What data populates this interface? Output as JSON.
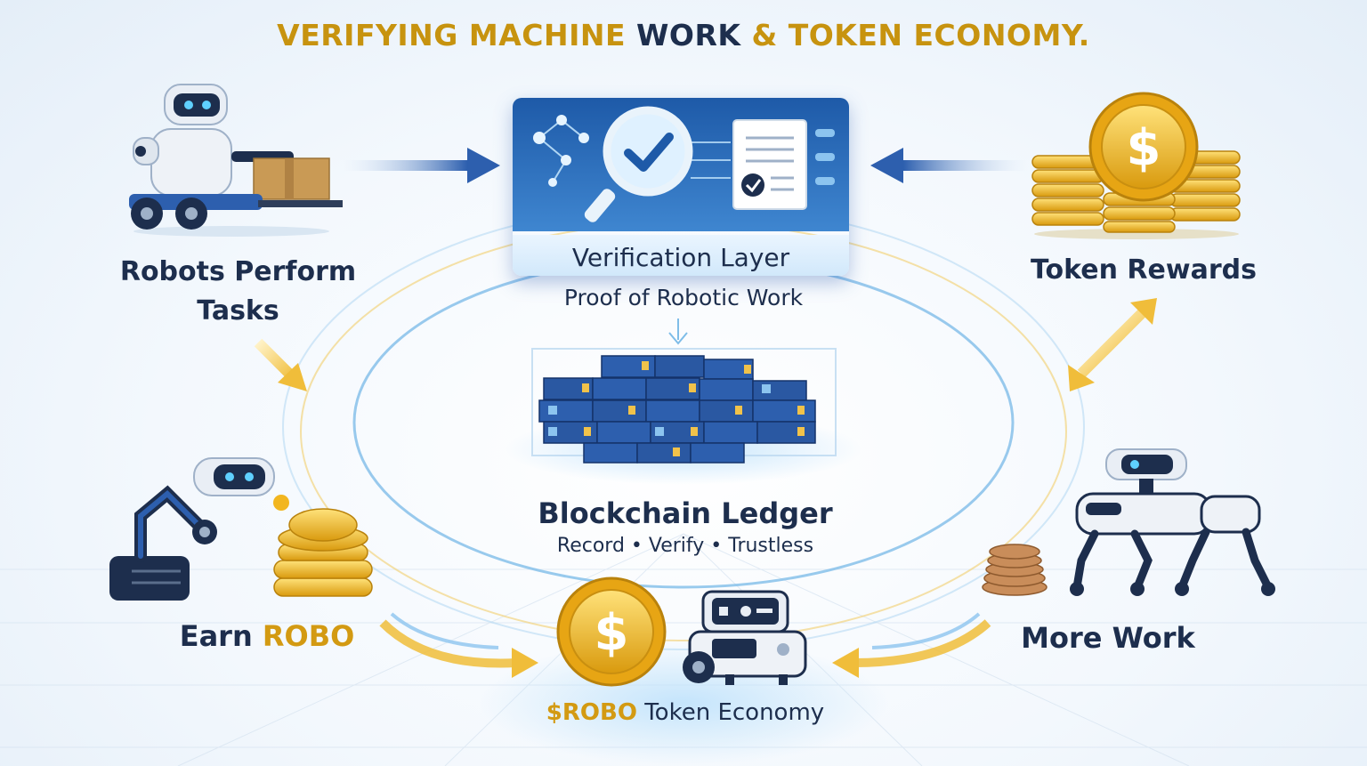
{
  "title": {
    "part1": "VERIFYING MACHINE",
    "part2": "WORK",
    "part3": "& TOKEN ECONOMY."
  },
  "nodes": {
    "robots": {
      "label_line1": "Robots Perform",
      "label_line2": "Tasks",
      "icon": "robot-carrying-box-icon"
    },
    "verification": {
      "label": "Verification Layer",
      "sublabel": "Proof of Robotic Work",
      "icon": "magnifier-checklist-icon"
    },
    "rewards": {
      "label": "Token Rewards",
      "icon": "gold-coin-stack-icon"
    },
    "ledger": {
      "label": "Blockchain Ledger",
      "sublabel": "Record • Verify • Trustless",
      "icon": "blockchain-blocks-icon"
    },
    "earn": {
      "label_prefix": "Earn",
      "label_highlight": "ROBO",
      "icon": "robot-arm-coins-icon"
    },
    "more_work": {
      "label": "More Work",
      "icon": "robot-dog-icon"
    },
    "economy": {
      "label_highlight": "$ROBO",
      "label_rest": "Token Economy",
      "icon": "coin-and-robot-icon"
    }
  },
  "coin_symbol": "$",
  "colors": {
    "navy": "#1d2e4d",
    "gold": "#d39a12",
    "blue": "#2f6bbf",
    "light_blue": "#8cc4ef"
  }
}
